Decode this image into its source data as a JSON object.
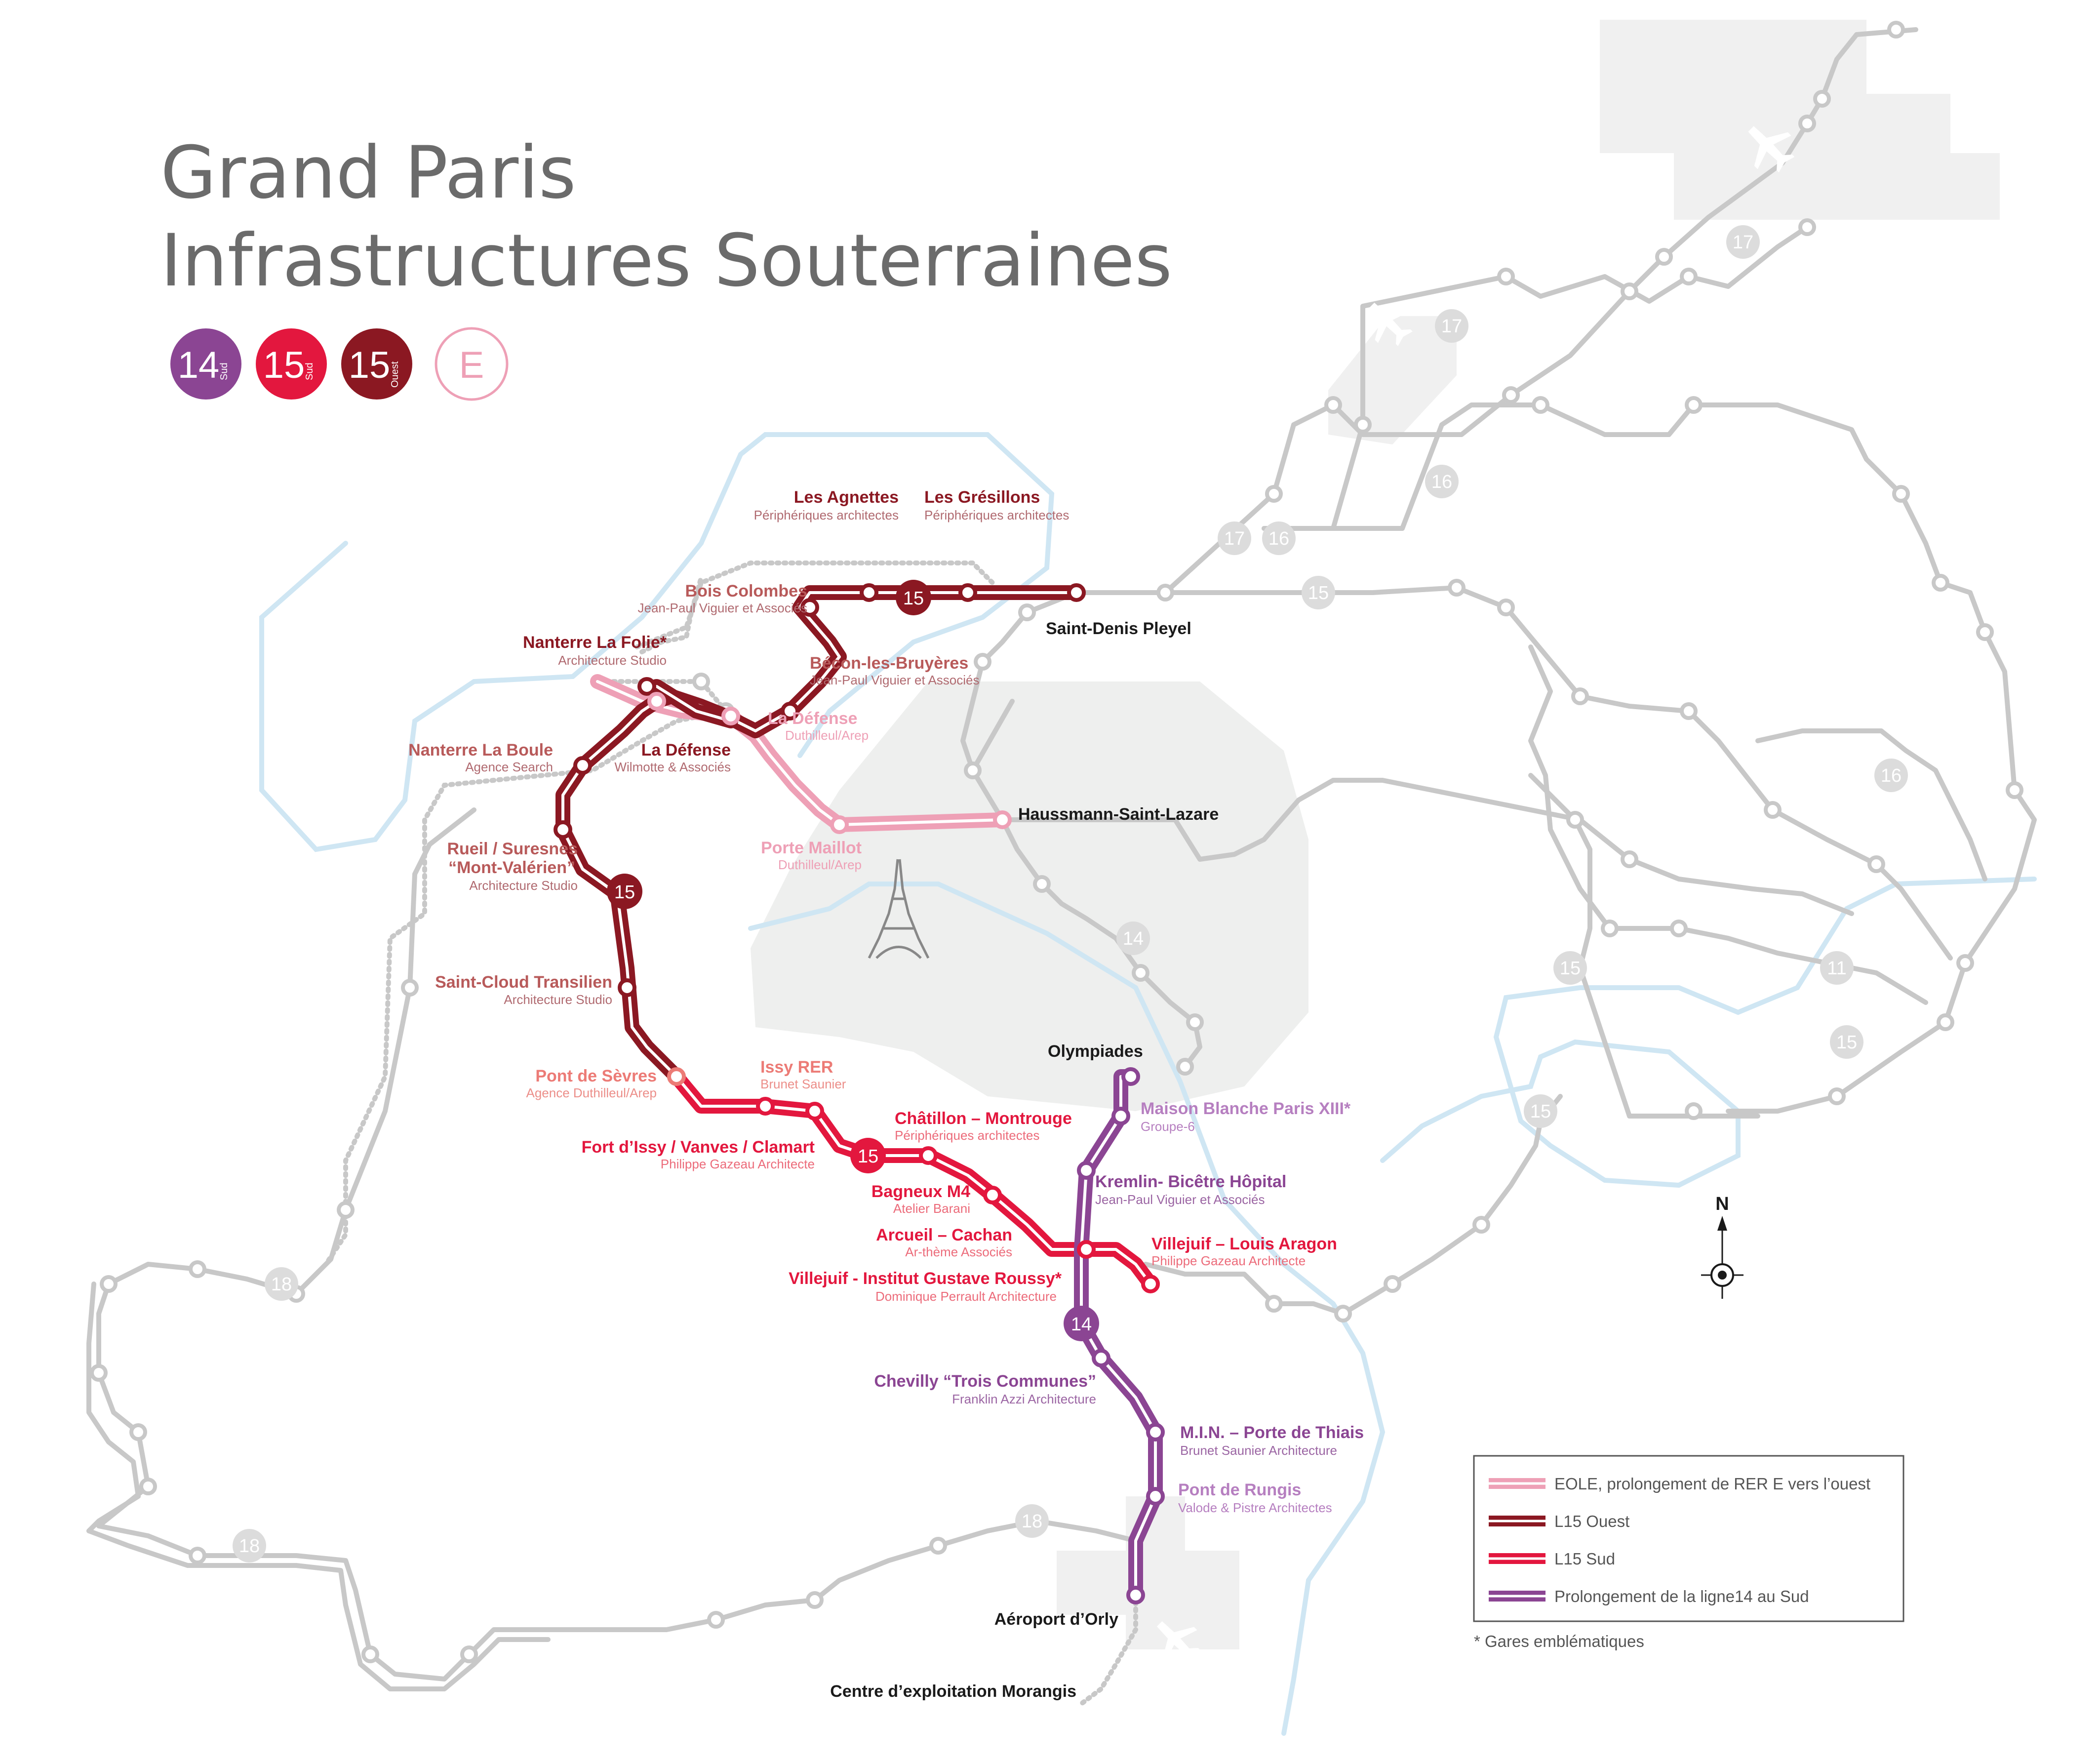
{
  "header": {
    "title_line1": "Grand Paris",
    "title_line2": "Infrastructures Souterraines"
  },
  "line_badges": [
    {
      "num": "14",
      "sub": "Sud",
      "color": "#8b4593"
    },
    {
      "num": "15",
      "sub": "Sud",
      "color": "#e3173e"
    },
    {
      "num": "15",
      "sub": "Ouest",
      "color": "#8b1822"
    },
    {
      "letter": "E",
      "color": "#eea0b6"
    }
  ],
  "colors": {
    "l14": "#8b4593",
    "l15sud": "#e3173e",
    "l15ouest": "#8b1822",
    "eole": "#eea0b6",
    "network": "#c8c8c8",
    "seine": "#cfe6f3",
    "paris": "#eeefee"
  },
  "stations": {
    "agnettes": {
      "name": "Les Agnettes",
      "architect": "Périphériques architectes"
    },
    "gresillons": {
      "name": "Les Grésillons",
      "architect": "Périphériques architectes"
    },
    "boiscolombes": {
      "name": "Bois Colombes",
      "architect": "Jean-Paul Viguier et Associés"
    },
    "nanterrefolie": {
      "name": "Nanterre La Folie*",
      "architect": "Architecture Studio"
    },
    "becon": {
      "name": "Bécon-les-Bruyères",
      "architect": "Jean-Paul Viguier et Associés"
    },
    "ladefenseeole": {
      "name": "La Défense",
      "architect": "Duthilleul/Arep"
    },
    "ladefense": {
      "name": "La Défense",
      "architect": "Wilmotte & Associés"
    },
    "nanterreboule": {
      "name": "Nanterre La Boule",
      "architect": "Agence Search"
    },
    "rueil": {
      "name": "Rueil / Suresnes",
      "name2": "“Mont-Valérien”",
      "architect": "Architecture Studio"
    },
    "portemaillot": {
      "name": "Porte Maillot",
      "architect": "Duthilleul/Arep"
    },
    "saintcloud": {
      "name": "Saint-Cloud Transilien",
      "architect": "Architecture Studio"
    },
    "pontsevres": {
      "name": "Pont de Sèvres",
      "architect": "Agence Duthilleul/Arep"
    },
    "issyrer": {
      "name": "Issy RER",
      "architect": "Brunet Saunier"
    },
    "fortissy": {
      "name": "Fort d’Issy / Vanves / Clamart",
      "architect": "Philippe Gazeau Architecte"
    },
    "chatillon": {
      "name": "Châtillon – Montrouge",
      "architect": "Périphériques architectes"
    },
    "bagneux": {
      "name": "Bagneux M4",
      "architect": "Atelier Barani"
    },
    "arcueil": {
      "name": "Arcueil – Cachan",
      "architect": "Ar-thème Associés"
    },
    "villejuifigr": {
      "name": "Villejuif - Institut Gustave Roussy*",
      "architect": "Dominique Perrault Architecture"
    },
    "villejuifla": {
      "name": "Villejuif – Louis Aragon",
      "architect": "Philippe Gazeau Architecte"
    },
    "maisonblanche": {
      "name": "Maison Blanche Paris XIII*",
      "architect": "Groupe-6"
    },
    "kremlin": {
      "name": "Kremlin- Bicêtre Hôpital",
      "architect": "Jean-Paul Viguier et Associés"
    },
    "chevilly": {
      "name": "Chevilly “Trois Communes”",
      "architect": "Franklin Azzi Architecture"
    },
    "min": {
      "name": "M.I.N. – Porte de Thiais",
      "architect": "Brunet Saunier Architecture"
    },
    "rungis": {
      "name": "Pont de Rungis",
      "architect": "Valode & Pistre Architectes"
    }
  },
  "black_labels": {
    "saintdenis": "Saint-Denis Pleyel",
    "haussmann": "Haussmann-Saint-Lazare",
    "olympiades": "Olympiades",
    "orly": "Aéroport d’Orly",
    "morangis": "Centre d’exploitation Morangis"
  },
  "line_markers": {
    "l15": "15",
    "l14": "14"
  },
  "network_numbers": [
    "17",
    "17",
    "17",
    "16",
    "16",
    "16",
    "15",
    "15",
    "15",
    "15",
    "14",
    "11",
    "18",
    "18",
    "18"
  ],
  "legend": [
    {
      "label": "EOLE, prolongement de RER E vers l’ouest",
      "color": "#eea0b6"
    },
    {
      "label": "L15 Ouest",
      "color": "#8b1822"
    },
    {
      "label": "L15 Sud",
      "color": "#e3173e"
    },
    {
      "label": "Prolongement de la ligne14 au Sud",
      "color": "#8b4593"
    }
  ],
  "footnote": "* Gares emblématiques",
  "north_label": "N"
}
